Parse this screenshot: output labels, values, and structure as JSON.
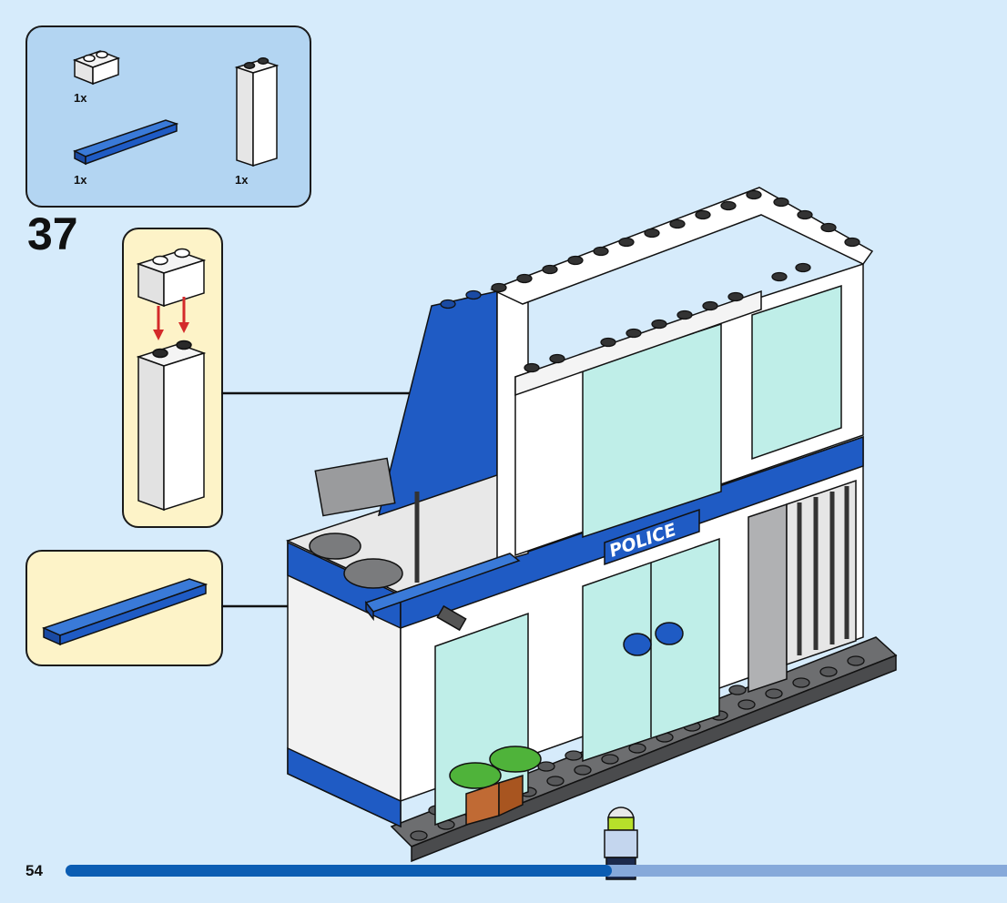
{
  "parts_list": {
    "items": [
      {
        "name": "white brick 1x2",
        "qty": "1x",
        "color": "#ffffff"
      },
      {
        "name": "blue tile 1x6",
        "qty": "1x",
        "color": "#1f5bc4"
      },
      {
        "name": "white brick 1x2x5",
        "qty": "1x",
        "color": "#ffffff"
      }
    ]
  },
  "step": {
    "number": "37"
  },
  "sign": {
    "text": "POLICE"
  },
  "page": {
    "number": "54",
    "progress_fraction": 0.58
  },
  "colors": {
    "background": "#d6ebfb",
    "parts_panel": "#b3d5f2",
    "sub_panel": "#fdf3c8",
    "lego_blue": "#1f5bc4",
    "window_glass": "#bfeee8",
    "baseplate_gray": "#6d6e70",
    "progress_fill": "#0b5db3",
    "progress_track": "#86a9da",
    "arrow_red": "#d42a2a"
  }
}
